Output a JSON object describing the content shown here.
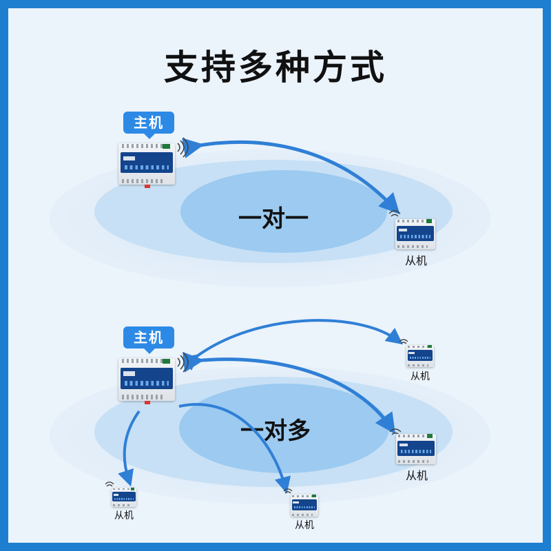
{
  "title": "支持多种方式",
  "sections": [
    {
      "mode": "一对一",
      "master_label": "主机",
      "slave_labels": [
        "从机"
      ]
    },
    {
      "mode": "一对多",
      "master_label": "主机",
      "slave_labels": [
        "从机",
        "从机",
        "从机",
        "从机"
      ]
    }
  ],
  "colors": {
    "border": "#1e7fd0",
    "tag": "#2c8ae6",
    "arrow": "#2f7fd6",
    "glow_outer": "#cfe4f6",
    "glow_inner": "#a9d1f2"
  },
  "icons": [
    "wifi-signal-icon",
    "arrow-icon"
  ]
}
